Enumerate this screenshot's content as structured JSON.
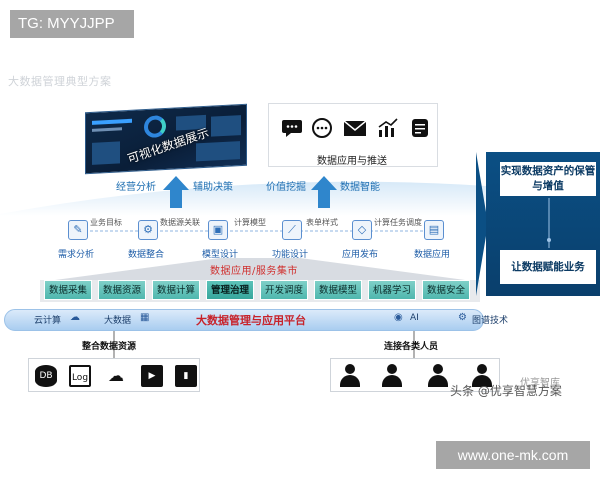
{
  "tags": {
    "top_left": "TG: MYYJJPP",
    "bottom_right": "www.one-mk.com"
  },
  "diagram_title": "大数据管理典型方案",
  "top": {
    "dashboard_label": "可视化数据展示",
    "app_box": {
      "label": "数据应用与推送",
      "icons": [
        "chat-icon",
        "message-icon",
        "mail-icon",
        "chart-icon",
        "document-icon"
      ]
    }
  },
  "arrow_labels": [
    "经营分析",
    "辅助决策",
    "价值挖掘",
    "数据智能"
  ],
  "process": {
    "steps": [
      "需求分析",
      "数据整合",
      "模型设计",
      "功能设计",
      "应用发布",
      "数据应用"
    ],
    "connectors": [
      "业务目标",
      "数据源关联",
      "计算模型",
      "表单样式",
      "计算任务调度"
    ]
  },
  "band_title": "数据应用/服务集市",
  "modules": [
    "数据采集",
    "数据资源",
    "数据计算",
    "管理治理",
    "开发调度",
    "数据模型",
    "机器学习",
    "数据安全"
  ],
  "active_module_index": 3,
  "platform": {
    "title": "大数据管理与应用平台",
    "left_labels": [
      "云计算",
      "大数据"
    ],
    "right_labels": [
      "AI",
      "图谱技术"
    ]
  },
  "bottom": {
    "resources_label": "整合数据资源",
    "resources_icons": [
      "db",
      "log",
      "cloud",
      "video",
      "file"
    ],
    "resources_glyphs": [
      "DB",
      "Log",
      "☁",
      "▶",
      "▮"
    ],
    "users_label": "连接各类人员",
    "user_count": 4
  },
  "goals": [
    "实现数据资产的保管与增值",
    "让数据赋能业务"
  ],
  "watermark": "头条 @优享智慧方案",
  "watermark_brand": "优享智库",
  "colors": {
    "accent": "#1f6fb2",
    "platform_title": "#c7222a",
    "panel": "#0b4f84",
    "module": "#4fb7ae"
  }
}
